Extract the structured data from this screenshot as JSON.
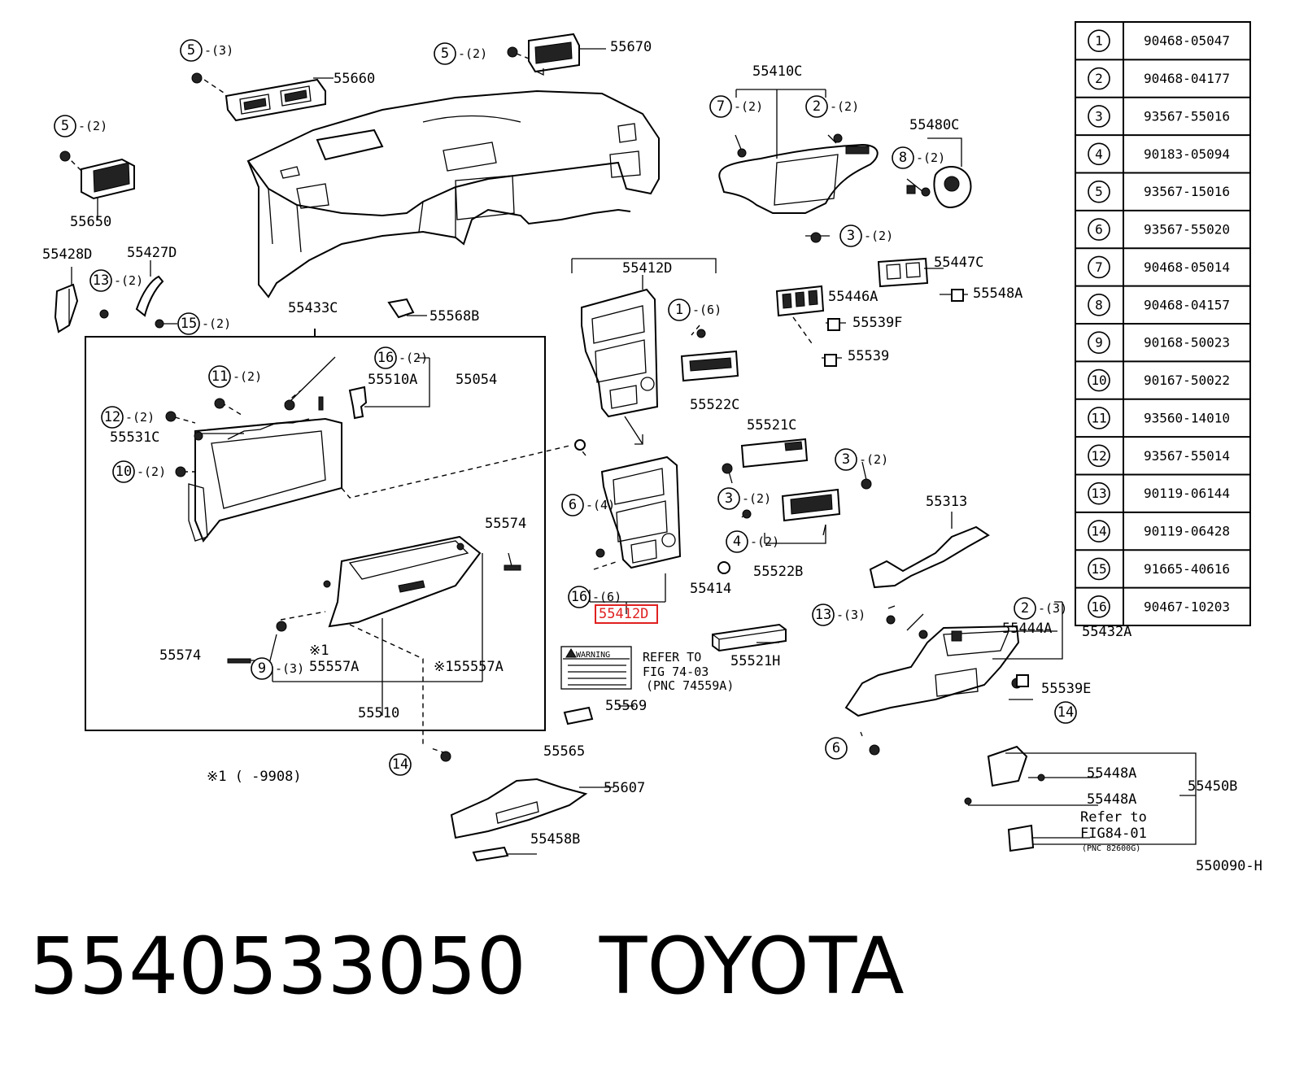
{
  "diagram": {
    "labels": {
      "p55660": "55660",
      "p55670": "55670",
      "p55650": "55650",
      "p55410C": "55410C",
      "p55480C": "55480C",
      "p55412D_top": "55412D",
      "p55447C": "55447C",
      "p55446A": "55446A",
      "p55548A": "55548A",
      "p55539F": "55539F",
      "p55539": "55539",
      "p55428D": "55428D",
      "p55427D": "55427D",
      "p55433C": "55433C",
      "p55568B": "55568B",
      "p55510A": "55510A",
      "p55054": "55054",
      "p55531C": "55531C",
      "p55522C": "55522C",
      "p55521C": "55521C",
      "p55574a": "55574",
      "p55574b": "55574",
      "p55557A": "55557A",
      "p155557A": "※155557A",
      "p55510": "55510",
      "p55414": "55414",
      "p55522B": "55522B",
      "p55313": "55313",
      "p55412D_bottom": "55412D",
      "p55444A": "55444A",
      "p55432A": "55432A",
      "p55521H": "55521H",
      "p55539E": "55539E",
      "p55569": "55569",
      "p55565": "55565",
      "p55607": "55607",
      "p55458B": "55458B",
      "p55448A1": "55448A",
      "p55448A2": "55448A",
      "p55450B": "55450B",
      "note1mark": "※1",
      "note1": "※1 (      -9908)",
      "drawing_code": "550090-H"
    },
    "callouts": {
      "c5a": "5",
      "q5a": "-(3)",
      "c5b": "5",
      "q5b": "-(2)",
      "c5c": "5",
      "q5c": "-(2)",
      "c7": "7",
      "q7": "-(2)",
      "c2a": "2",
      "q2a": "-(2)",
      "c8": "8",
      "q8": "-(2)",
      "c3a": "3",
      "q3a": "-(2)",
      "c13a": "13",
      "q13a": "-(2)",
      "c15": "15",
      "q15": "-(2)",
      "c1": "1",
      "q1": "-(6)",
      "c16a": "16",
      "q16a": "-(2)",
      "c11": "11",
      "q11": "-(2)",
      "c12": "12",
      "q12": "-(2)",
      "c10": "10",
      "q10": "-(2)",
      "c6a": "6",
      "q6a": "-(4)",
      "c3b": "3",
      "q3b": "-(2)",
      "c3c": "3",
      "q3c": "-(2)",
      "c4": "4",
      "q4": "-(2)",
      "c16b": "16",
      "q16b": "-(6)",
      "c13b": "13",
      "q13b": "-(3)",
      "c2b": "2",
      "q2b": "-(3)",
      "c9": "9",
      "q9": "-(3)",
      "c14a": "14",
      "c14b": "14",
      "c6b": "6"
    },
    "warning_label": {
      "title": "WARNING",
      "refer1": "REFER TO",
      "refer2": "FIG 74-03",
      "refer3": "(PNC 74559A)"
    },
    "refer_fig84": {
      "line1": "Refer to",
      "line2": "FIG84-01",
      "line3": "(PNC 82600G)"
    }
  },
  "legend": {
    "rows": [
      {
        "num": "1",
        "part": "90468-05047"
      },
      {
        "num": "2",
        "part": "90468-04177"
      },
      {
        "num": "3",
        "part": "93567-55016"
      },
      {
        "num": "4",
        "part": "90183-05094"
      },
      {
        "num": "5",
        "part": "93567-15016"
      },
      {
        "num": "6",
        "part": "93567-55020"
      },
      {
        "num": "7",
        "part": "90468-05014"
      },
      {
        "num": "8",
        "part": "90468-04157"
      },
      {
        "num": "9",
        "part": "90168-50023"
      },
      {
        "num": "10",
        "part": "90167-50022"
      },
      {
        "num": "11",
        "part": "93560-14010"
      },
      {
        "num": "12",
        "part": "93567-55014"
      },
      {
        "num": "13",
        "part": "90119-06144"
      },
      {
        "num": "14",
        "part": "90119-06428"
      },
      {
        "num": "15",
        "part": "91665-40616"
      },
      {
        "num": "16",
        "part": "90467-10203"
      }
    ]
  },
  "footer": {
    "part_number": "5540533050",
    "brand": "TOYOTA"
  },
  "colors": {
    "highlight": "#e02020",
    "ink": "#000000"
  }
}
